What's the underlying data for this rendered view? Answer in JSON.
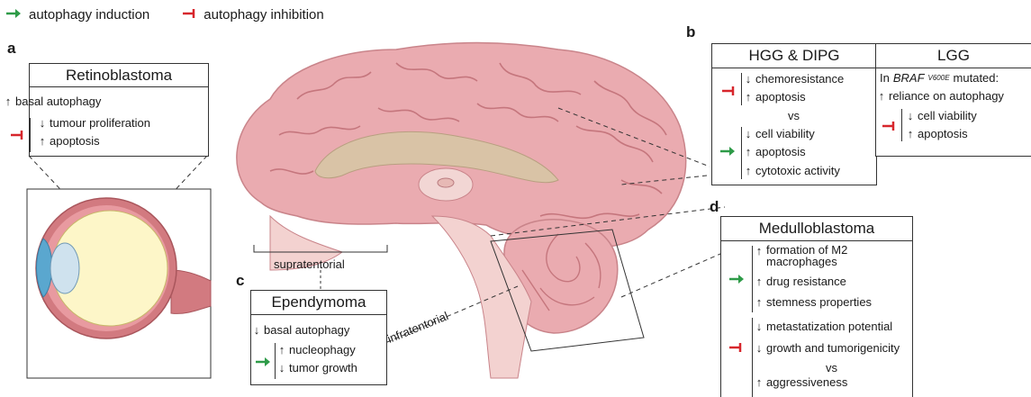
{
  "legend": {
    "induction": "autophagy induction",
    "inhibition": "autophagy inhibition"
  },
  "colors": {
    "induction_green": "#2e9b48",
    "inhibition_red": "#d7262c",
    "brain_pink": "#e7a4aa",
    "brain_dark": "#c8787f",
    "corpus_tan": "#d9c3a6",
    "eye_yellow": "#fdf6c8",
    "eye_blue": "#5aa7cf"
  },
  "panel_a": {
    "letter": "a",
    "title": "Retinoblastoma",
    "basal": "basal autophagy",
    "inhib_items": [
      "tumour proliferation",
      "apoptosis"
    ]
  },
  "panel_b": {
    "letter": "b",
    "col1_title": "HGG & DIPG",
    "col2_title": "LGG",
    "inhib_items": [
      "chemoresistance",
      "apoptosis"
    ],
    "vs": "vs",
    "induct_items": [
      "cell viability",
      "apoptosis",
      "cytotoxic activity"
    ],
    "lgg_prefix": "In ",
    "lgg_gene": "BRAF",
    "lgg_superscript": "V600E",
    "lgg_suffix": " mutated:",
    "lgg_reliance": "reliance on autophagy",
    "lgg_inhib_items": [
      "cell viability",
      "apoptosis"
    ]
  },
  "panel_c": {
    "letter": "c",
    "title": "Ependymoma",
    "basal": "basal autophagy",
    "induct_items": [
      "nucleophagy",
      "tumor growth"
    ]
  },
  "panel_d": {
    "letter": "d",
    "title": "Medulloblastoma",
    "induct_line1": "formation of M2",
    "induct_line2": "macrophages",
    "induct_items": [
      "drug resistance",
      "stemness properties"
    ],
    "inhib_items": [
      "metastatization potential",
      "growth and tumorigenicity"
    ],
    "vs": "vs",
    "last_item": "aggressiveness"
  },
  "regions": {
    "supratentorial": "supratentorial",
    "infratentorial": "infratentorial"
  }
}
